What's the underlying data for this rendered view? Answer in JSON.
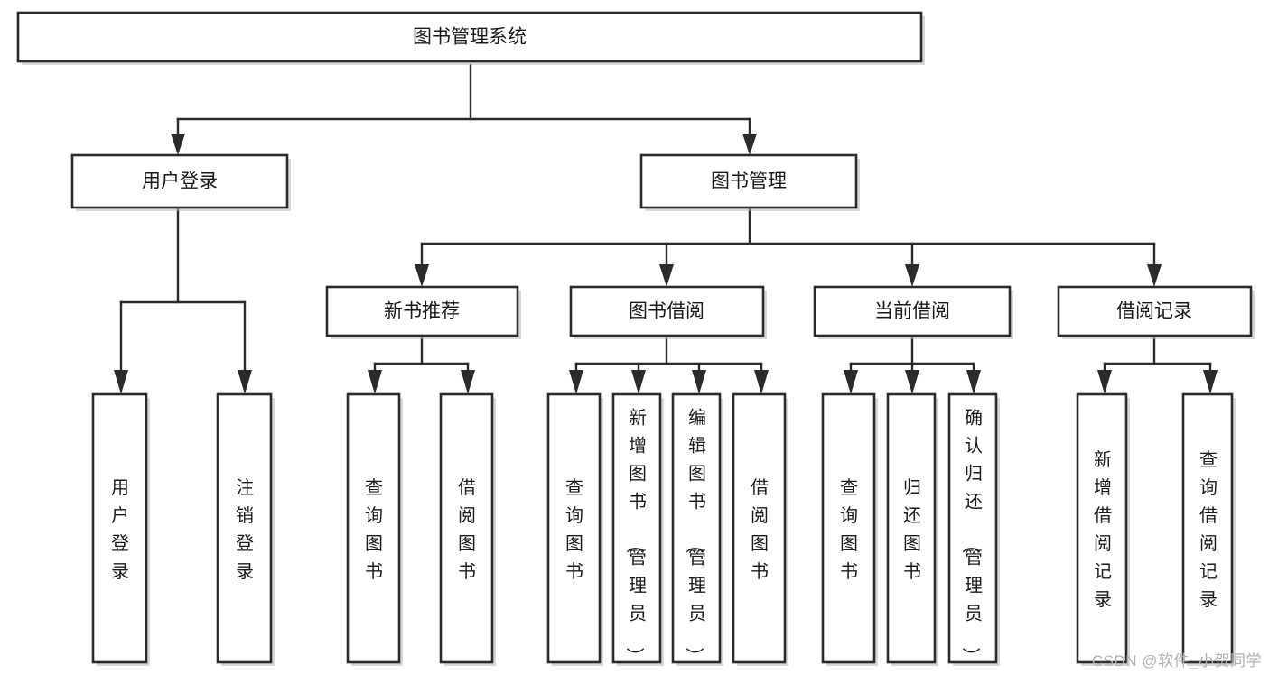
{
  "diagram": {
    "title": "图书管理系统",
    "type": "tree-hierarchy-diagram",
    "colors": {
      "box_stroke": "#2b2b2b",
      "box_fill": "#ffffff",
      "connector": "#2b2b2b",
      "text": "#1a1a1a",
      "watermark": "#b0b0b0",
      "background": "#ffffff"
    },
    "root": {
      "label": "图书管理系统"
    },
    "level2": [
      {
        "label": "用户登录"
      },
      {
        "label": "图书管理"
      }
    ],
    "level3": [
      {
        "label": "新书推荐"
      },
      {
        "label": "图书借阅"
      },
      {
        "label": "当前借阅"
      },
      {
        "label": "借阅记录"
      }
    ],
    "leaves": {
      "user_login": [
        {
          "label": "用户登录"
        },
        {
          "label": "注销登录"
        }
      ],
      "new_book_recommend": [
        {
          "label": "查询图书"
        },
        {
          "label": "借阅图书"
        }
      ],
      "book_borrow": [
        {
          "label": "查询图书"
        },
        {
          "label": "新增图书（管理员）"
        },
        {
          "label": "编辑图书（管理员）"
        },
        {
          "label": "借阅图书"
        }
      ],
      "current_borrow": [
        {
          "label": "查询图书"
        },
        {
          "label": "归还图书"
        },
        {
          "label": "确认归还（管理员）"
        }
      ],
      "borrow_record": [
        {
          "label": "新增借阅记录"
        },
        {
          "label": "查询借阅记录"
        }
      ]
    }
  },
  "watermark": {
    "text": "CSDN @软件_小贺同学"
  }
}
